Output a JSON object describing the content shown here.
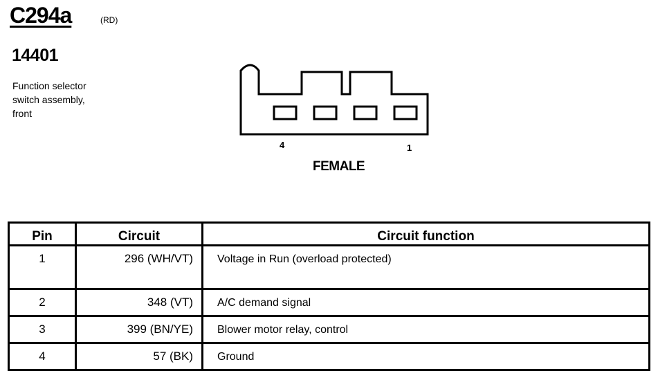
{
  "header": {
    "connector_id": "C294a",
    "connector_note": "(RD)",
    "part_number": "14401",
    "description_lines": [
      "Function selector",
      "switch assembly,",
      "front"
    ]
  },
  "connector": {
    "pin_left_label": "4",
    "pin_right_label": "1",
    "gender": "FEMALE"
  },
  "table": {
    "headers": {
      "pin": "Pin",
      "circuit": "Circuit",
      "function": "Circuit function"
    },
    "rows": [
      {
        "pin": "1",
        "circuit": "296 (WH/VT)",
        "function": "Voltage in Run (overload protected)"
      },
      {
        "pin": "2",
        "circuit": "348 (VT)",
        "function": "A/C demand signal"
      },
      {
        "pin": "3",
        "circuit": "399 (BN/YE)",
        "function": "Blower motor relay, control"
      },
      {
        "pin": "4",
        "circuit": "57 (BK)",
        "function": "Ground"
      }
    ]
  }
}
